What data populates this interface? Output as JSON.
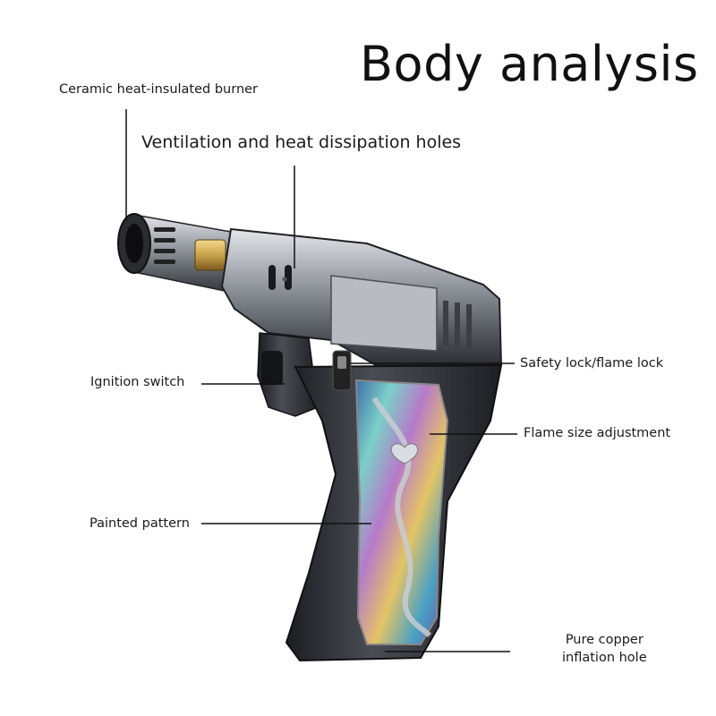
{
  "title": "Body analysis",
  "callouts": {
    "burner": "Ceramic heat-insulated burner",
    "ventilation": "Ventilation and heat dissipation holes",
    "ignition": "Ignition switch",
    "safety_lock": "Safety lock/flame lock",
    "flame_size": "Flame size adjustment",
    "pattern": "Painted pattern",
    "inflation": "Pure copper\ninflation hole"
  },
  "colors": {
    "body_metal": "#9a9ea5",
    "body_dark": "#2a2c30",
    "burner_gold": "#c9a24a",
    "shell_iridescent": "#5aa7c7"
  }
}
